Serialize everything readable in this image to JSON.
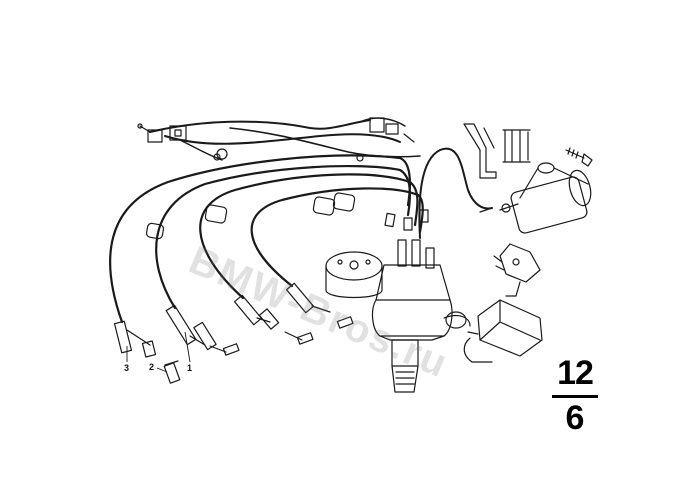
{
  "diagram": {
    "callouts": {
      "part_1": "1",
      "part_2": "2",
      "part_3": "3"
    },
    "group_number": {
      "main": "12",
      "sub": "6"
    },
    "watermark": "BMW-Bros.ru"
  },
  "colors": {
    "line": "#1a1a1a",
    "background": "#ffffff"
  }
}
